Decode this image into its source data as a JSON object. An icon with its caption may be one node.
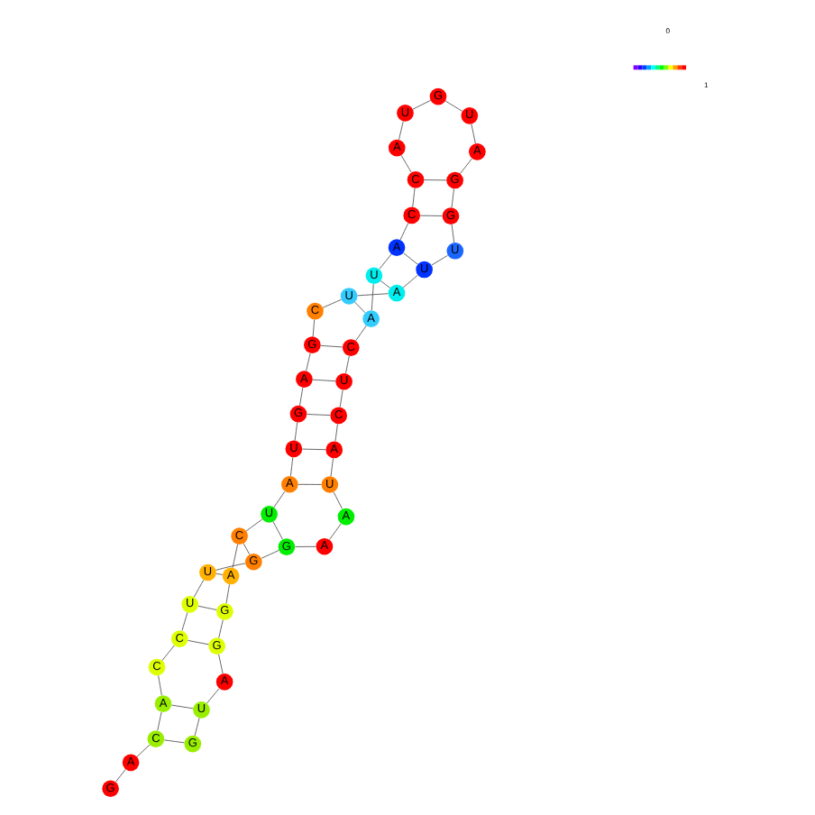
{
  "diagram": {
    "nodes": [
      {
        "text": [
          "G"
        ]
      },
      {
        "text": [
          "A"
        ]
      },
      {
        "text": [
          "C"
        ]
      },
      {
        "text": [
          "A"
        ]
      },
      {
        "text": [
          "C"
        ]
      },
      {
        "text": [
          "C"
        ]
      },
      {
        "text": [
          "U"
        ]
      },
      {
        "text": [
          "U"
        ]
      },
      {
        "text": [
          "G"
        ]
      },
      {
        "text": [
          "G"
        ]
      },
      {
        "text": [
          "A"
        ]
      },
      {
        "text": [
          "A"
        ]
      },
      {
        "text": [
          "U"
        ]
      },
      {
        "text": [
          "A"
        ]
      },
      {
        "text": [
          "C"
        ]
      },
      {
        "text": [
          "U"
        ]
      },
      {
        "text": [
          "C"
        ]
      },
      {
        "text": [
          "A"
        ]
      },
      {
        "text": [
          "U"
        ]
      },
      {
        "text": [
          "A"
        ]
      },
      {
        "text": [
          "C"
        ]
      },
      {
        "text": [
          "C"
        ]
      },
      {
        "text": [
          "A"
        ]
      },
      {
        "text": [
          "U"
        ]
      },
      {
        "text": [
          "G"
        ]
      },
      {
        "text": [
          "U"
        ]
      },
      {
        "text": [
          "A"
        ]
      },
      {
        "text": [
          "G"
        ]
      },
      {
        "text": [
          "G"
        ]
      },
      {
        "text": [
          "U"
        ]
      },
      {
        "text": [
          "U"
        ]
      },
      {
        "text": [
          "A"
        ]
      },
      {
        "text": [
          "U"
        ]
      },
      {
        "text": [
          "C"
        ]
      },
      {
        "text": [
          "G"
        ]
      },
      {
        "text": [
          "A"
        ]
      },
      {
        "text": [
          "G"
        ]
      },
      {
        "text": [
          "U"
        ]
      },
      {
        "text": [
          "A"
        ]
      },
      {
        "text": [
          "U"
        ]
      },
      {
        "text": [
          "C"
        ]
      },
      {
        "text": [
          "A"
        ]
      },
      {
        "text": [
          "G"
        ]
      },
      {
        "text": [
          "G"
        ]
      },
      {
        "text": [
          "A"
        ]
      },
      {
        "text": [
          "U"
        ]
      },
      {
        "text": [
          "G"
        ]
      }
    ],
    "edges": [
      {
        "from": 0,
        "to": 1,
        "arrow": "none"
      },
      {
        "from": 1,
        "to": 2,
        "arrow": "none"
      },
      {
        "from": 2,
        "to": 3,
        "arrow": "none"
      },
      {
        "from": 3,
        "to": 4,
        "arrow": "none"
      },
      {
        "from": 4,
        "to": 5,
        "arrow": "none"
      },
      {
        "from": 5,
        "to": 6,
        "arrow": "none"
      },
      {
        "from": 6,
        "to": 7,
        "arrow": "none"
      },
      {
        "from": 7,
        "to": 8,
        "arrow": "none"
      },
      {
        "from": 8,
        "to": 9,
        "arrow": "none"
      },
      {
        "from": 9,
        "to": 10,
        "arrow": "none"
      },
      {
        "from": 10,
        "to": 11,
        "arrow": "none"
      },
      {
        "from": 11,
        "to": 12,
        "arrow": "none"
      },
      {
        "from": 12,
        "to": 13,
        "arrow": "none"
      },
      {
        "from": 13,
        "to": 14,
        "arrow": "none"
      },
      {
        "from": 14,
        "to": 15,
        "arrow": "none"
      },
      {
        "from": 15,
        "to": 16,
        "arrow": "none"
      },
      {
        "from": 16,
        "to": 17,
        "arrow": "none"
      },
      {
        "from": 17,
        "to": 18,
        "arrow": "none"
      },
      {
        "from": 18,
        "to": 19,
        "arrow": "none"
      },
      {
        "from": 19,
        "to": 20,
        "arrow": "none"
      },
      {
        "from": 20,
        "to": 21,
        "arrow": "none"
      },
      {
        "from": 21,
        "to": 22,
        "arrow": "none"
      },
      {
        "from": 22,
        "to": 23,
        "arrow": "none"
      },
      {
        "from": 23,
        "to": 24,
        "arrow": "none"
      },
      {
        "from": 24,
        "to": 25,
        "arrow": "none"
      },
      {
        "from": 25,
        "to": 26,
        "arrow": "none"
      },
      {
        "from": 26,
        "to": 27,
        "arrow": "none"
      },
      {
        "from": 27,
        "to": 28,
        "arrow": "none"
      },
      {
        "from": 28,
        "to": 29,
        "arrow": "none"
      },
      {
        "from": 29,
        "to": 30,
        "arrow": "none"
      },
      {
        "from": 30,
        "to": 31,
        "arrow": "none"
      },
      {
        "from": 31,
        "to": 32,
        "arrow": "none"
      },
      {
        "from": 32,
        "to": 33,
        "arrow": "none"
      },
      {
        "from": 33,
        "to": 34,
        "arrow": "none"
      },
      {
        "from": 34,
        "to": 35,
        "arrow": "none"
      },
      {
        "from": 35,
        "to": 36,
        "arrow": "none"
      },
      {
        "from": 36,
        "to": 37,
        "arrow": "none"
      },
      {
        "from": 37,
        "to": 38,
        "arrow": "none"
      },
      {
        "from": 38,
        "to": 39,
        "arrow": "none"
      },
      {
        "from": 39,
        "to": 40,
        "arrow": "none"
      },
      {
        "from": 40,
        "to": 41,
        "arrow": "none"
      },
      {
        "from": 41,
        "to": 42,
        "arrow": "none"
      },
      {
        "from": 42,
        "to": 43,
        "arrow": "none"
      },
      {
        "from": 43,
        "to": 44,
        "arrow": "none"
      },
      {
        "from": 44,
        "to": 45,
        "arrow": "none"
      },
      {
        "from": 45,
        "to": 46,
        "arrow": "none"
      },
      {
        "from": 2,
        "to": 46,
        "arrow": "none"
      },
      {
        "from": 3,
        "to": 45,
        "arrow": "none"
      },
      {
        "from": 5,
        "to": 43,
        "arrow": "none"
      },
      {
        "from": 6,
        "to": 42,
        "arrow": "none"
      },
      {
        "from": 7,
        "to": 41,
        "arrow": "none"
      },
      {
        "from": 8,
        "to": 40,
        "arrow": "none"
      },
      {
        "from": 9,
        "to": 39,
        "arrow": "none"
      },
      {
        "from": 12,
        "to": 38,
        "arrow": "none"
      },
      {
        "from": 13,
        "to": 37,
        "arrow": "none"
      },
      {
        "from": 14,
        "to": 36,
        "arrow": "none"
      },
      {
        "from": 15,
        "to": 35,
        "arrow": "none"
      },
      {
        "from": 16,
        "to": 34,
        "arrow": "none"
      },
      {
        "from": 17,
        "to": 32,
        "arrow": "none"
      },
      {
        "from": 18,
        "to": 31,
        "arrow": "none"
      },
      {
        "from": 19,
        "to": 30,
        "arrow": "none"
      },
      {
        "from": 20,
        "to": 28,
        "arrow": "none"
      },
      {
        "from": 21,
        "to": 27,
        "arrow": "none"
      }
    ],
    "labels": [
      "0",
      "1"
    ]
  }
}
